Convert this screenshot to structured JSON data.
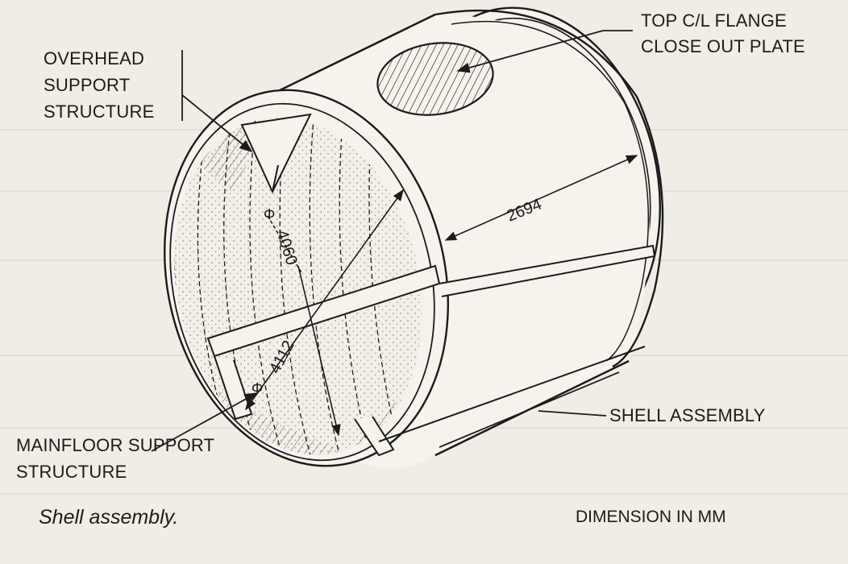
{
  "labels": {
    "top_flange": [
      "TOP C/L FLANGE",
      "CLOSE OUT PLATE"
    ],
    "overhead": [
      "OVERHEAD",
      "SUPPORT",
      "STRUCTURE"
    ],
    "mainfloor": [
      "MAINFLOOR SUPPORT",
      "STRUCTURE"
    ],
    "shell": "SHELL ASSEMBLY"
  },
  "dimensions": {
    "length": "2694",
    "diameter_inner": "4060",
    "diameter_outer": "4112",
    "phi_symbol": "Φ"
  },
  "caption": "Shell assembly.",
  "units_note": "DIMENSION IN MM",
  "colors": {
    "paper": "#f1ede4",
    "ink": "#1b1b1b"
  }
}
